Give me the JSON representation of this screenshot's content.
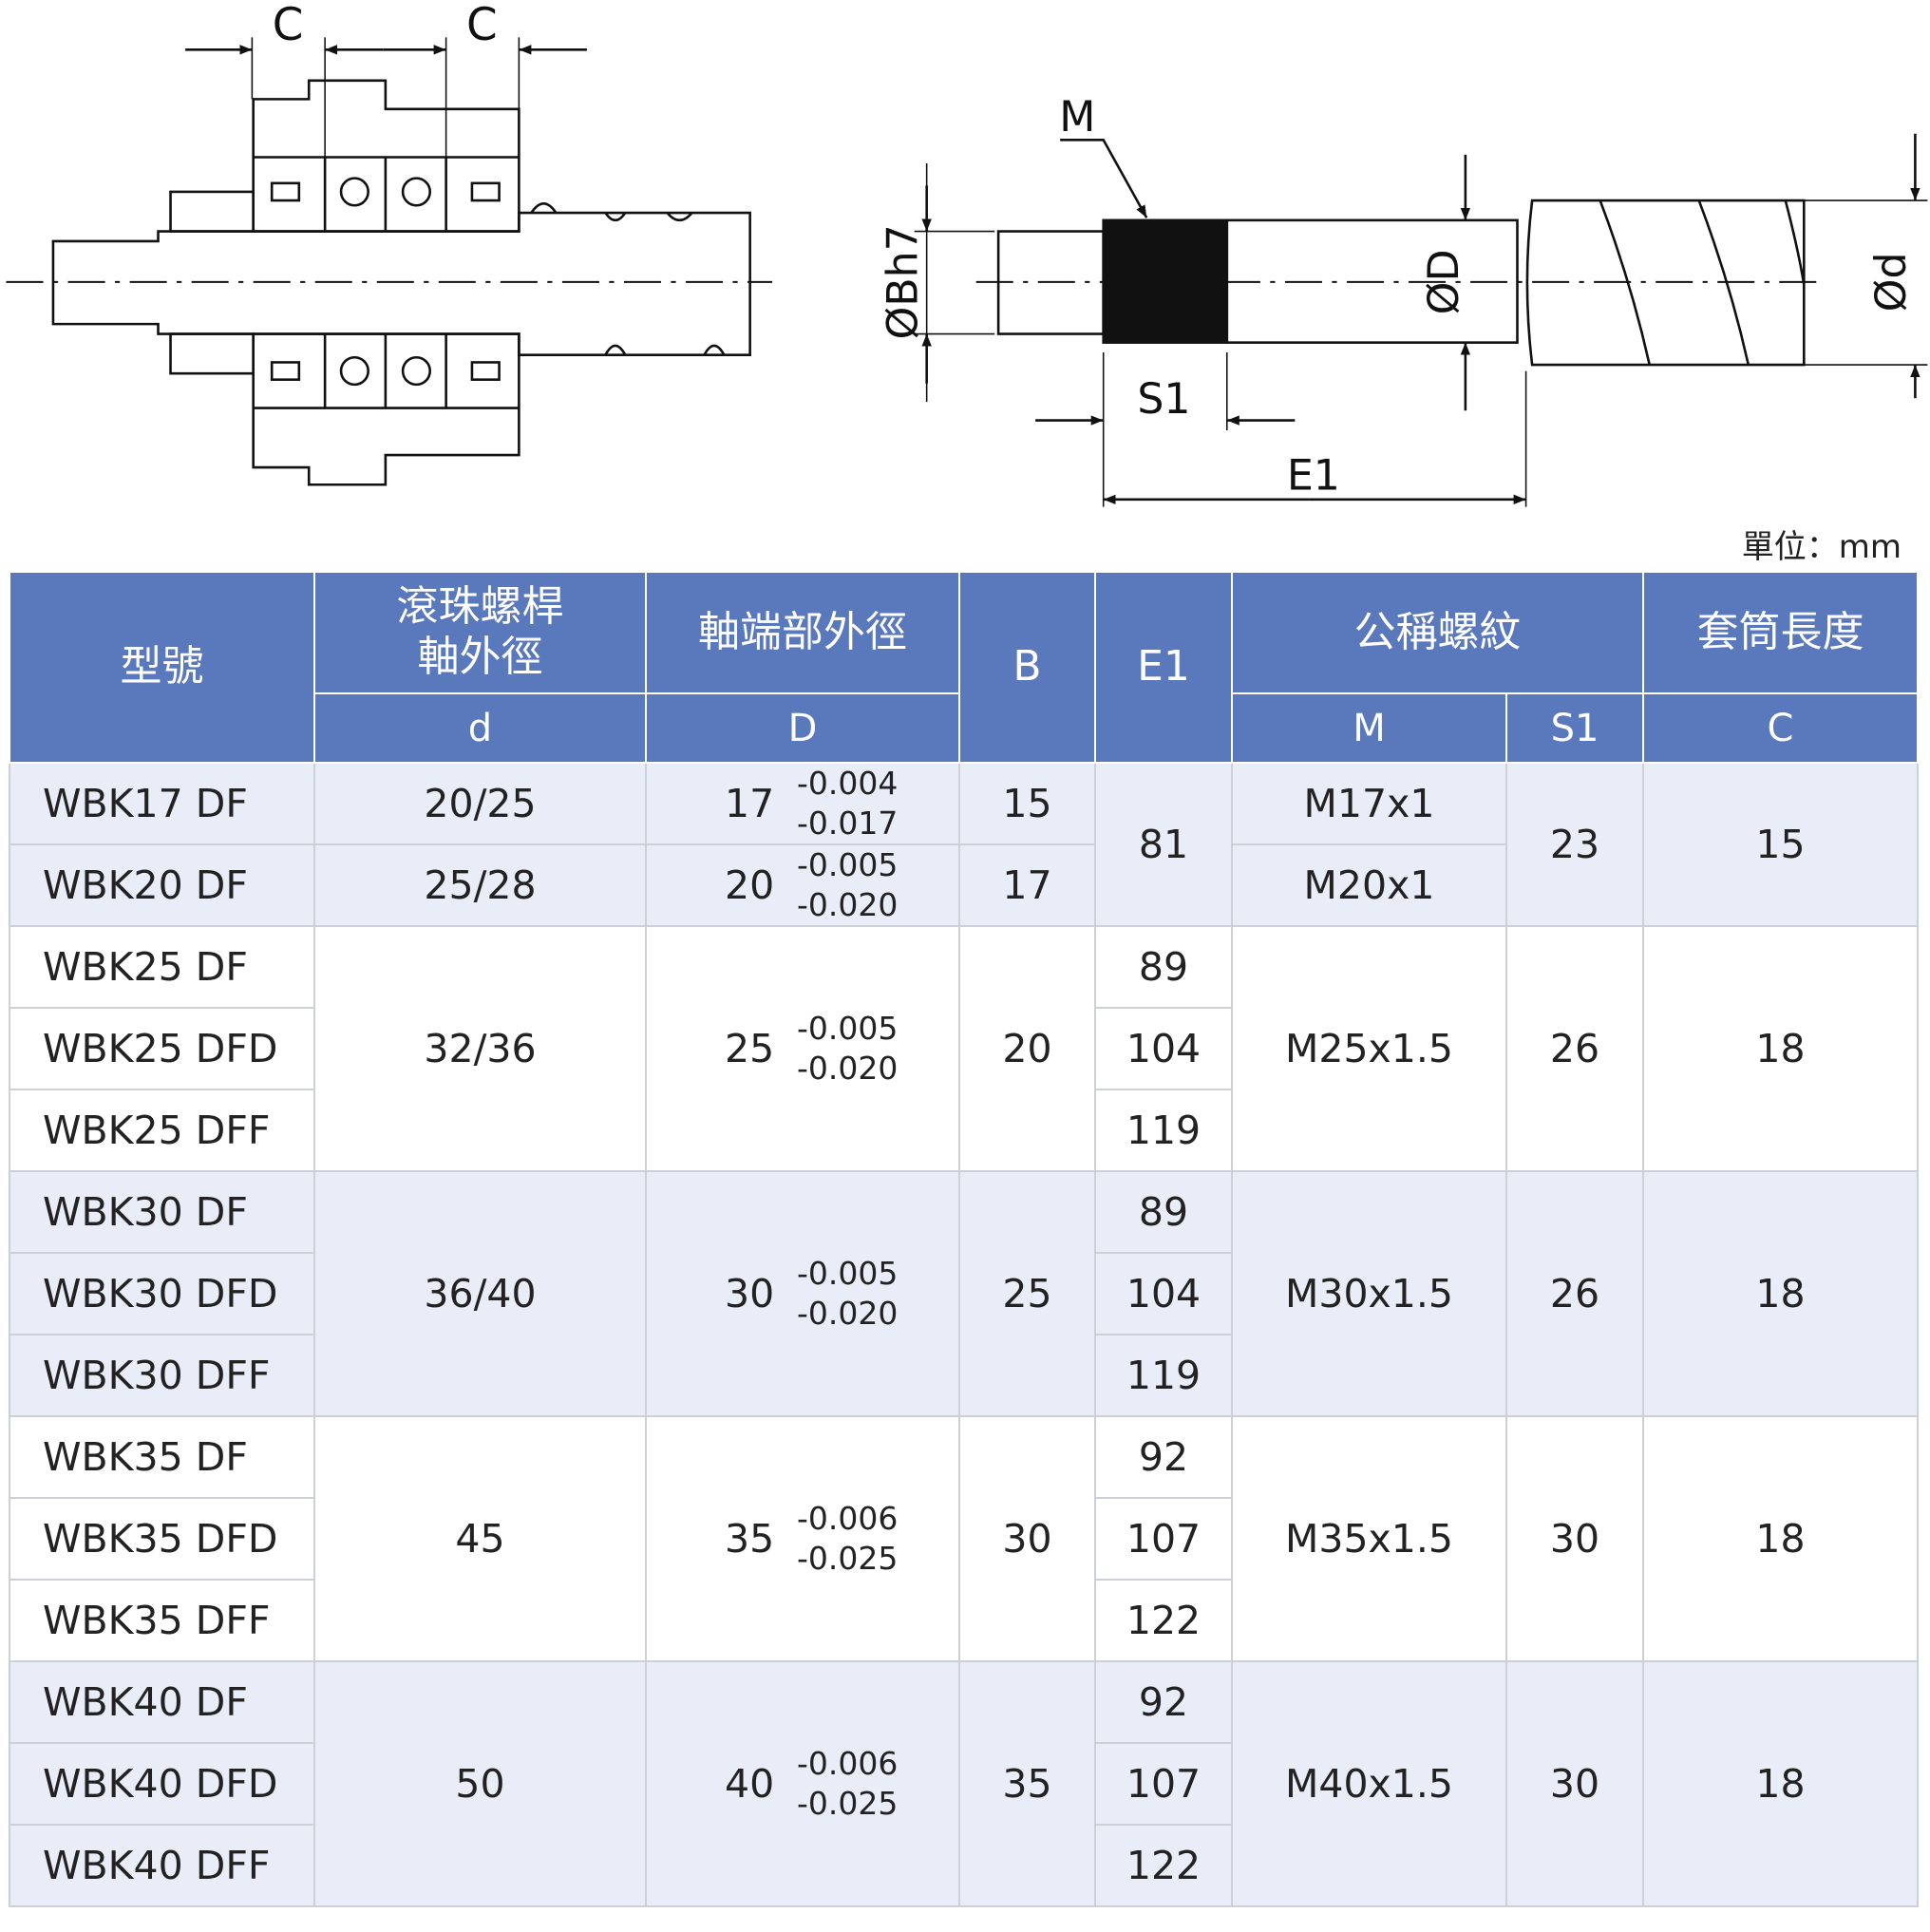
{
  "diagram": {
    "labels": {
      "c_left": "C",
      "c_right": "C",
      "m": "M",
      "bh7": "ØBh7",
      "d_upper": "ØD",
      "d_lower": "Ød",
      "s1": "S1",
      "e1": "E1"
    },
    "unit": "單位：mm"
  },
  "table": {
    "headers": {
      "model": "型號",
      "screw_dia_l1": "滾珠螺桿",
      "screw_dia_l2": "軸外徑",
      "shaft_end": "軸端部外徑",
      "b": "B",
      "e1": "E1",
      "thread": "公稱螺紋",
      "sleeve": "套筒長度",
      "d": "d",
      "D": "D",
      "m": "M",
      "s1": "S1",
      "c": "C"
    },
    "groups": [
      {
        "shade": "light",
        "rows": [
          {
            "model": "WBK17 DF",
            "d": "20/25",
            "D": "17",
            "tol_upper": "-0.004",
            "tol_lower": "-0.017",
            "b": "15",
            "e1": "81",
            "m": "M17x1",
            "s1": "23",
            "c": "15"
          },
          {
            "model": "WBK20 DF",
            "d": "25/28",
            "D": "20",
            "tol_upper": "-0.005",
            "tol_lower": "-0.020",
            "b": "17",
            "m": "M20x1"
          }
        ]
      },
      {
        "shade": "white",
        "d": "32/36",
        "D": "25",
        "tol_upper": "-0.005",
        "tol_lower": "-0.020",
        "b": "20",
        "m": "M25x1.5",
        "s1": "26",
        "c": "18",
        "rows": [
          {
            "model": "WBK25 DF",
            "e1": "89"
          },
          {
            "model": "WBK25 DFD",
            "e1": "104"
          },
          {
            "model": "WBK25 DFF",
            "e1": "119"
          }
        ]
      },
      {
        "shade": "light",
        "d": "36/40",
        "D": "30",
        "tol_upper": "-0.005",
        "tol_lower": "-0.020",
        "b": "25",
        "m": "M30x1.5",
        "s1": "26",
        "c": "18",
        "rows": [
          {
            "model": "WBK30 DF",
            "e1": "89"
          },
          {
            "model": "WBK30 DFD",
            "e1": "104"
          },
          {
            "model": "WBK30 DFF",
            "e1": "119"
          }
        ]
      },
      {
        "shade": "white",
        "d": "45",
        "D": "35",
        "tol_upper": "-0.006",
        "tol_lower": "-0.025",
        "b": "30",
        "m": "M35x1.5",
        "s1": "30",
        "c": "18",
        "rows": [
          {
            "model": "WBK35 DF",
            "e1": "92"
          },
          {
            "model": "WBK35 DFD",
            "e1": "107"
          },
          {
            "model": "WBK35 DFF",
            "e1": "122"
          }
        ]
      },
      {
        "shade": "light",
        "d": "50",
        "D": "40",
        "tol_upper": "-0.006",
        "tol_lower": "-0.025",
        "b": "35",
        "m": "M40x1.5",
        "s1": "30",
        "c": "18",
        "rows": [
          {
            "model": "WBK40 DF",
            "e1": "92"
          },
          {
            "model": "WBK40 DFD",
            "e1": "107"
          },
          {
            "model": "WBK40 DFF",
            "e1": "122"
          }
        ]
      }
    ]
  }
}
